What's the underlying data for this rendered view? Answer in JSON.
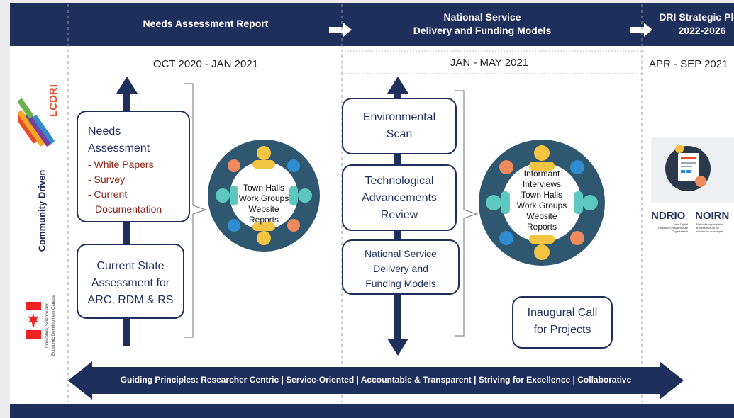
{
  "header": {
    "phase1": "Needs Assessment Report",
    "phase2_line1": "National Service",
    "phase2_line2": "Delivery and Funding Models",
    "phase3_line1": "DRI Strategic Plan",
    "phase3_line2": "2022-2026"
  },
  "dates": {
    "phase1": "OCT 2020 - JAN 2021",
    "phase2": "JAN - MAY 2021",
    "phase3": "APR - SEP 2021"
  },
  "sidebar": {
    "logo_text": "LCDRI",
    "vertical_label": "Community Driven",
    "gov_label_line1": "Innovation, Science and",
    "gov_label_line2": "Economic Development Canada"
  },
  "phase1": {
    "needs_title_line1": "Needs",
    "needs_title_line2": "Assessment",
    "needs_items": [
      "- White Papers",
      "- Survey",
      "- Current",
      "Documentation"
    ],
    "current_state_line1": "Current State",
    "current_state_line2": "Assessment for",
    "current_state_line3": "ARC, RDM & RS",
    "circle_items": [
      "Town Halls",
      "Work Groups",
      "Website",
      "Reports"
    ]
  },
  "phase2": {
    "env_scan_line1": "Environmental",
    "env_scan_line2": "Scan",
    "tech_line1": "Technological",
    "tech_line2": "Advancements",
    "tech_line3": "Review",
    "nsd_line1": "National Service",
    "nsd_line2": "Delivery and",
    "nsd_line3": "Funding Models",
    "circle_items": [
      "Informant",
      "Interviews",
      "Town Halls",
      "Work Groups",
      "Website",
      "Reports"
    ],
    "inaugural_line1": "Inaugural Call",
    "inaugural_line2": "for Projects"
  },
  "phase3": {
    "ndrio_label": "NDRIO",
    "noirn_label": "NOIRN",
    "ndrio_sub": [
      "New Digital",
      "Research Infrastructure",
      "Organization"
    ],
    "noirn_sub": [
      "Nouvelle organisation",
      "d'infrastructure de",
      "recherche numérique"
    ]
  },
  "guiding_principles": "Guiding Principles:  Researcher Centric | Service-Oriented | Accountable & Transparent | Striving for Excellence | Collaborative",
  "colors": {
    "navy": "#1f2f5c",
    "dark_red": "#8b2215",
    "circle_bg": "#2f5770",
    "person_yellow": "#f4c542",
    "person_teal": "#5cc8c0",
    "person_orange": "#f08a5d",
    "person_blue": "#2f8ccf"
  }
}
